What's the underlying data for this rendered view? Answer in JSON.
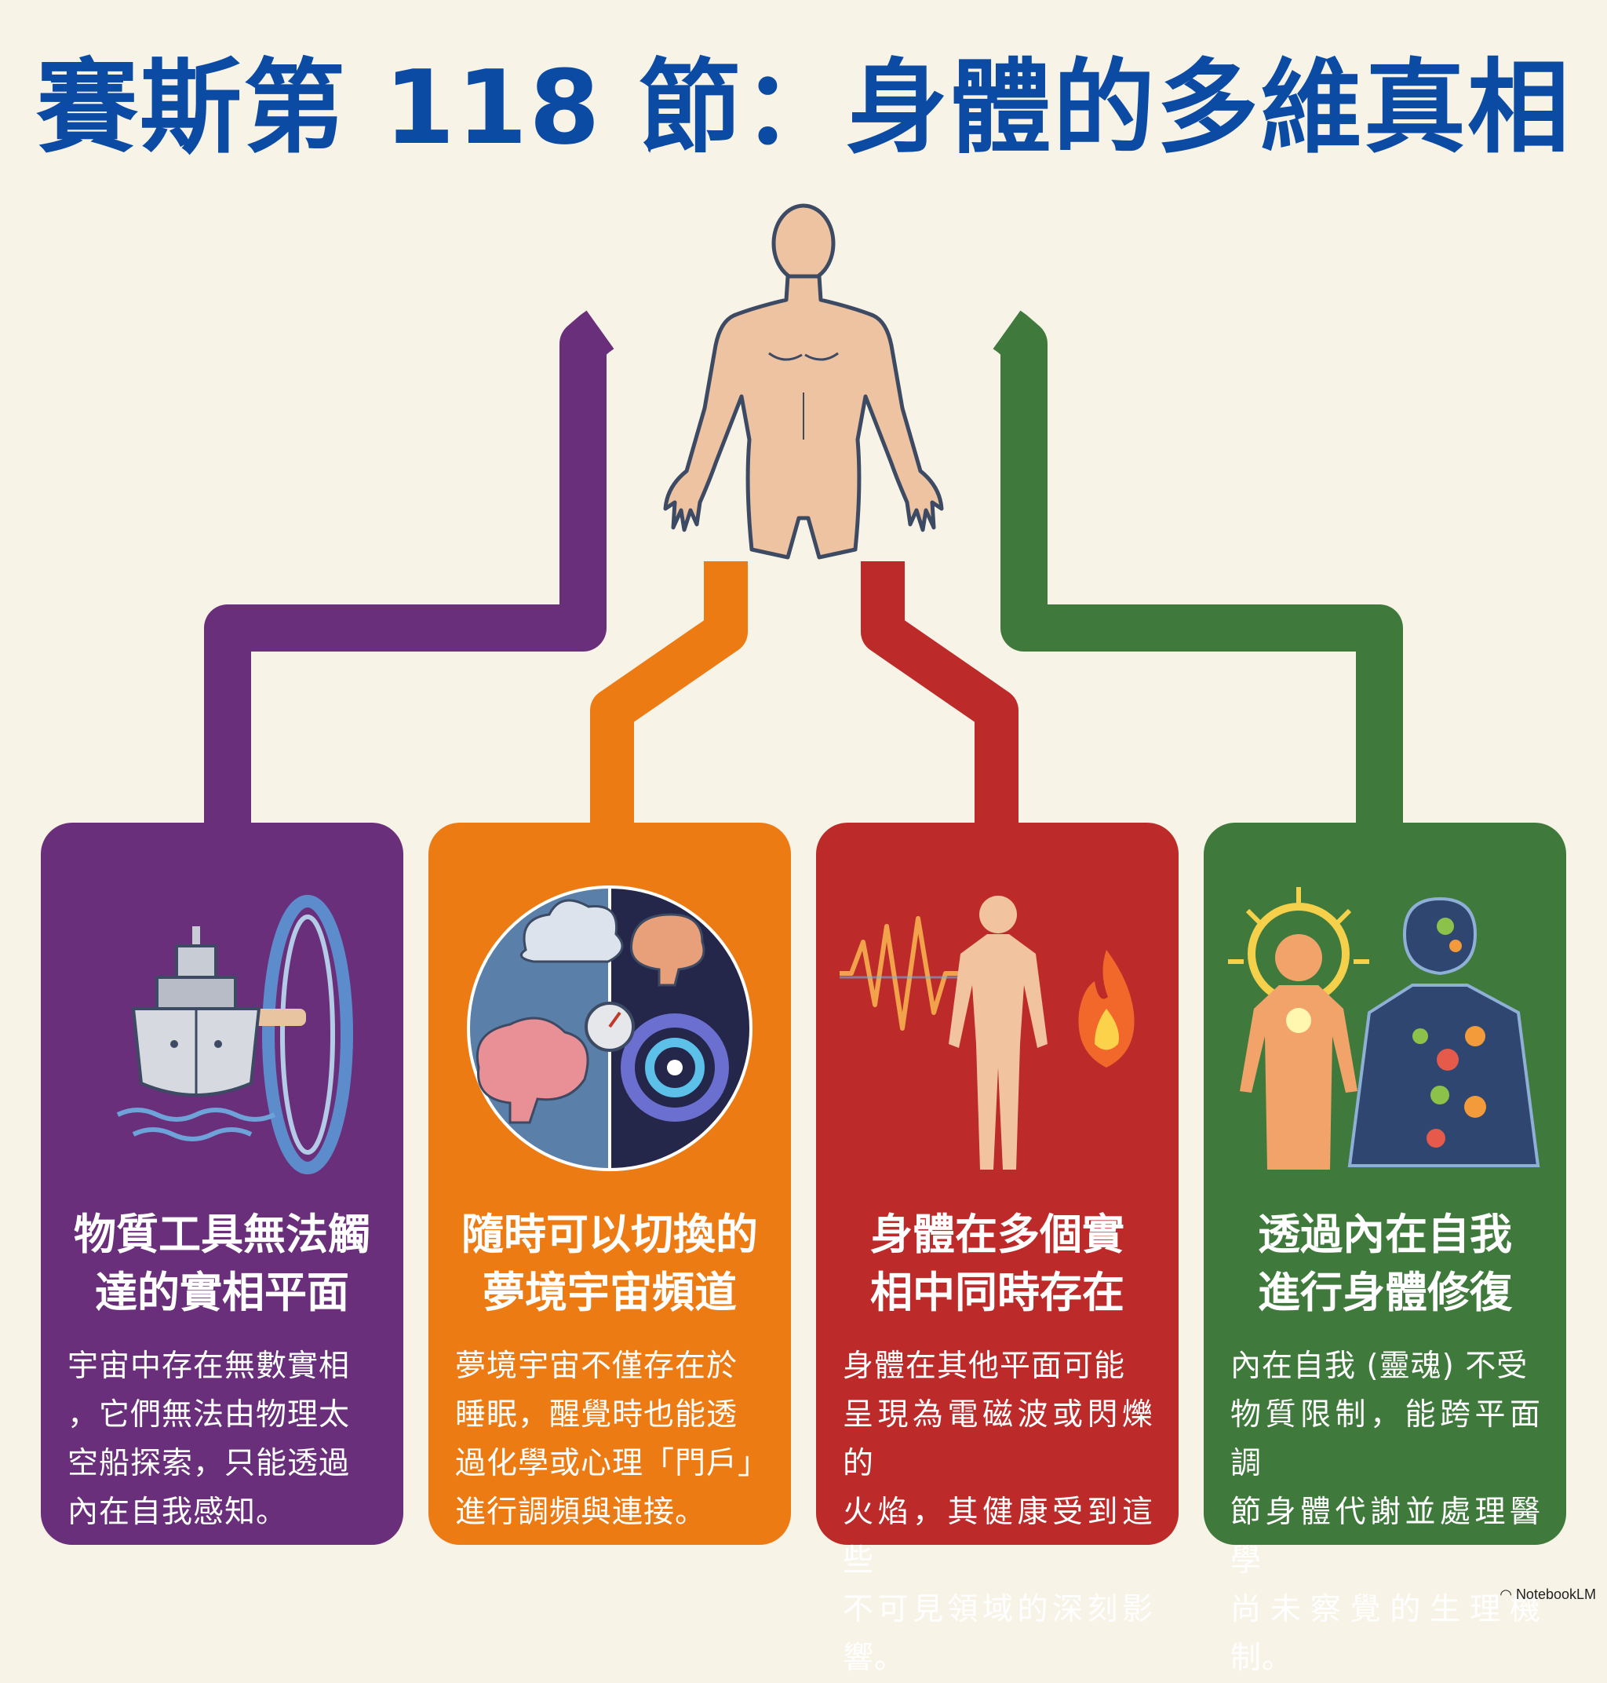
{
  "title": "賽斯第 118 節：身體的多維真相",
  "colors": {
    "background": "#f8f3e7",
    "title": "#0b4ba3",
    "purple": "#6a2f7a",
    "orange": "#ec7b14",
    "red": "#bc2a2a",
    "green": "#3f7a3c"
  },
  "cards": [
    {
      "heading_lines": [
        "物質工具無法觸",
        "達的實相平面"
      ],
      "body_lines": [
        "宇宙中存在無數實相",
        "，它們無法由物理太",
        "空船探索，只能透過",
        "內在自我感知。"
      ],
      "icon": "ship-portal-icon"
    },
    {
      "heading_lines": [
        "隨時可以切換的",
        "夢境宇宙頻道"
      ],
      "body_lines": [
        "夢境宇宙不僅存在於",
        "睡眠，醒覺時也能透",
        "過化學或心理「門戶」",
        "進行調頻與連接。"
      ],
      "icon": "dream-brain-galaxy-icon"
    },
    {
      "heading_lines": [
        "身體在多個實",
        "相中同時存在"
      ],
      "body_lines": [
        "身體在其他平面可能",
        "呈現為電磁波或閃爍的",
        "火焰，其健康受到這些",
        "不可見領域的深刻影響。"
      ],
      "icon": "body-wave-flame-icon"
    },
    {
      "heading_lines": [
        "透過內在自我",
        "進行身體修復"
      ],
      "body_lines": [
        "內在自我 (靈魂) 不受",
        "物質限制，能跨平面調",
        "節身體代謝並處理醫學",
        "尚未察覺的生理機制。"
      ],
      "icon": "inner-self-gears-icon"
    }
  ],
  "footer": "NotebookLM"
}
